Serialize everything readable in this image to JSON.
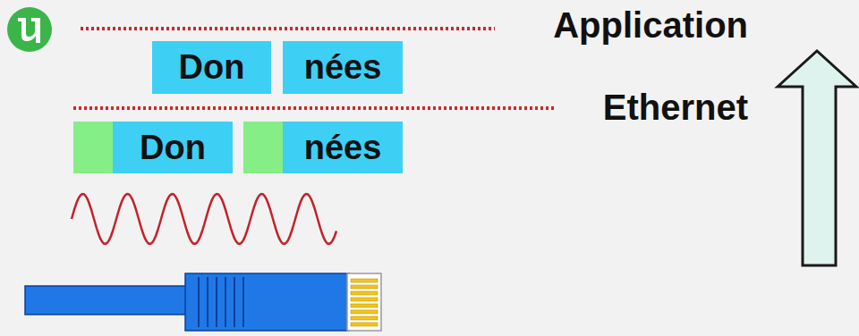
{
  "diagram": {
    "nodes": [
      {
        "text": [
          "Don"
        ]
      },
      {
        "text": [
          "nées"
        ]
      },
      {
        "text": [
          "Don"
        ]
      },
      {
        "text": [
          "nées"
        ]
      }
    ],
    "labels": [
      "Application",
      "Ethernet"
    ]
  }
}
